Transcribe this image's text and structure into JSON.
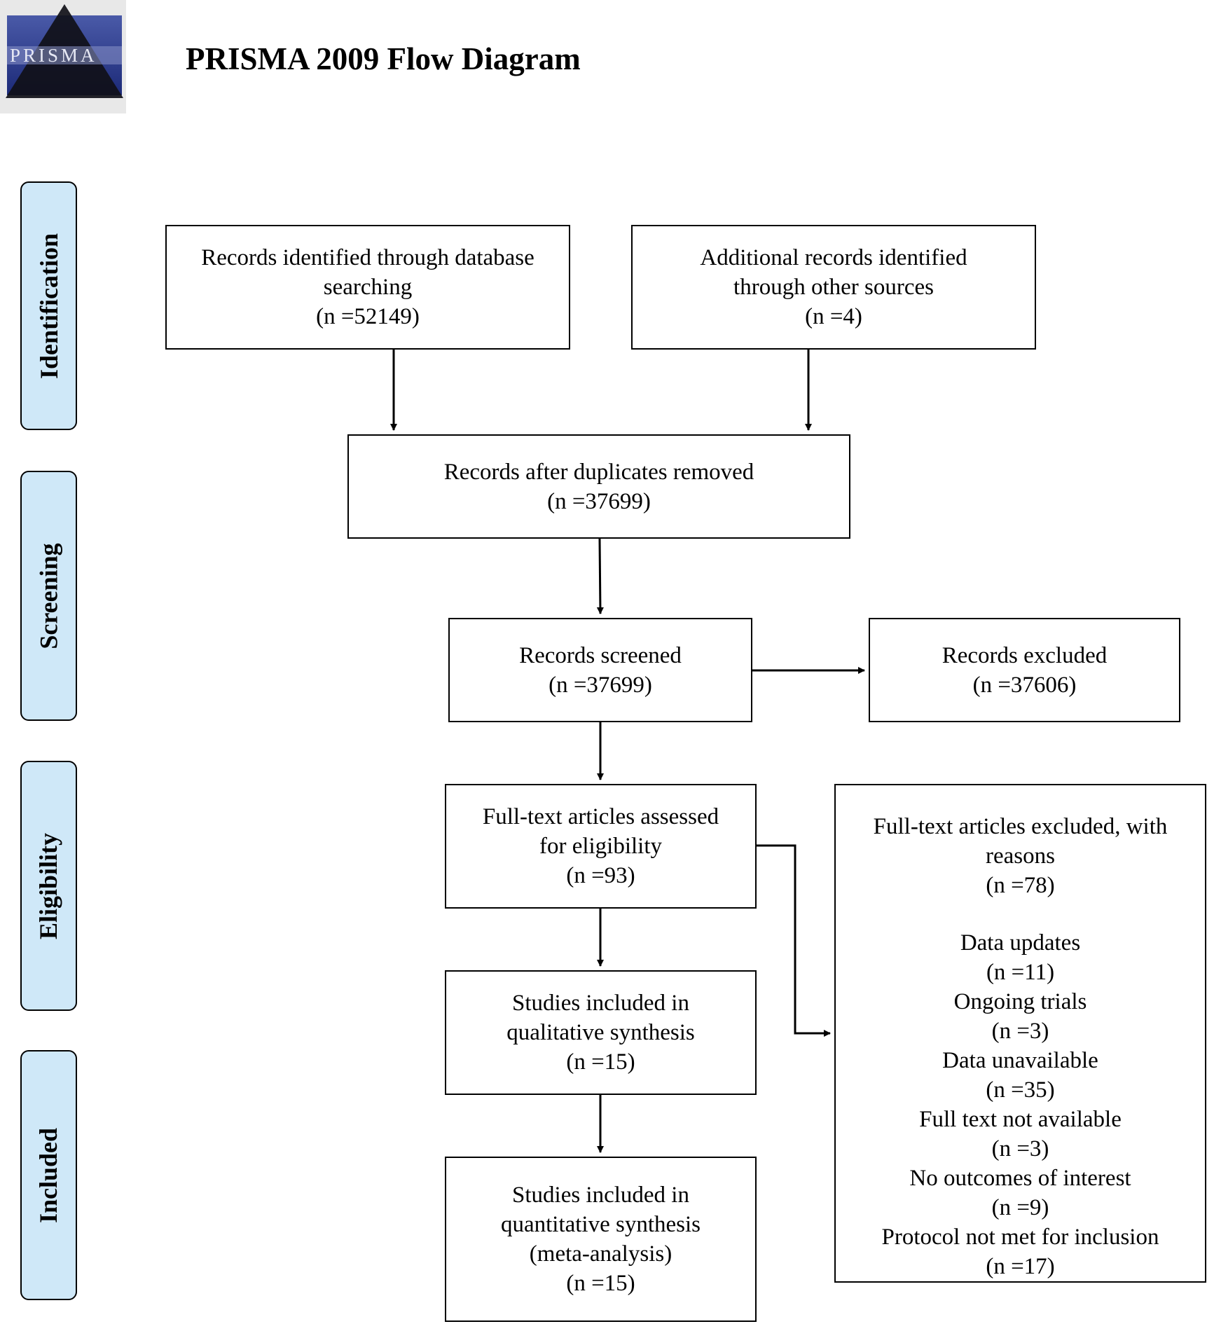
{
  "header": {
    "logo_text": "PRISMA",
    "title": "PRISMA 2009 Flow Diagram"
  },
  "stages": {
    "identification": "Identification",
    "screening": "Screening",
    "eligibility": "Eligibility",
    "included": "Included"
  },
  "boxes": {
    "database": {
      "line1": "Records identified through database",
      "line2": "searching",
      "count": "(n =52149)"
    },
    "other_sources": {
      "line1": "Additional records identified",
      "line2": "through other sources",
      "count": "(n =4)"
    },
    "duplicates_removed": {
      "line1": "Records after duplicates removed",
      "count": "(n =37699)"
    },
    "screened": {
      "line1": "Records screened",
      "count": "(n =37699)"
    },
    "excluded": {
      "line1": "Records excluded",
      "count": "(n =37606)"
    },
    "fulltext_assessed": {
      "line1": "Full-text articles assessed",
      "line2": "for eligibility",
      "count": "(n =93)"
    },
    "qualitative": {
      "line1": "Studies included in",
      "line2": "qualitative synthesis",
      "count": "(n =15)"
    },
    "quantitative": {
      "line1": "Studies included in",
      "line2": "quantitative synthesis",
      "line3": "(meta-analysis)",
      "count": "(n =15)"
    },
    "fulltext_excluded": {
      "line1": "Full-text articles excluded, with",
      "line2": "reasons",
      "count": "(n =78)",
      "reasons": [
        {
          "label": "Data updates",
          "count": "(n =11)"
        },
        {
          "label": "Ongoing trials",
          "count": "(n =3)"
        },
        {
          "label": "Data unavailable",
          "count": "(n =35)"
        },
        {
          "label": "Full text not available",
          "count": "(n =3)"
        },
        {
          "label": "No outcomes of interest",
          "count": "(n =9)"
        },
        {
          "label": "Protocol not met for inclusion",
          "count": "(n =17)"
        }
      ]
    }
  }
}
